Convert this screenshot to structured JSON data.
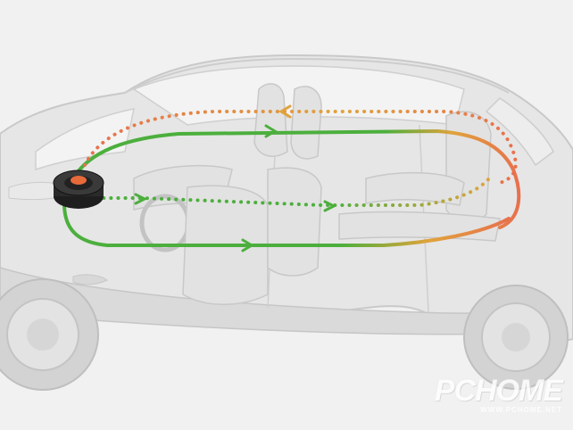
{
  "scene": {
    "subject": "car-cabin-air-purifier-airflow",
    "background_color": "#f1f1f1",
    "colors": {
      "body": "#dcdcdc",
      "outline": "#c4c4c4",
      "clean_air": "#4caf3d",
      "dirty_air": "#e8704d",
      "mid_air": "#e0a33c",
      "purifier": "#2a2a2a",
      "purifier_accent": "#e66a3a"
    }
  },
  "watermark": {
    "text": "PCHOME",
    "subtext": "WWW.PCHOME.NET"
  }
}
